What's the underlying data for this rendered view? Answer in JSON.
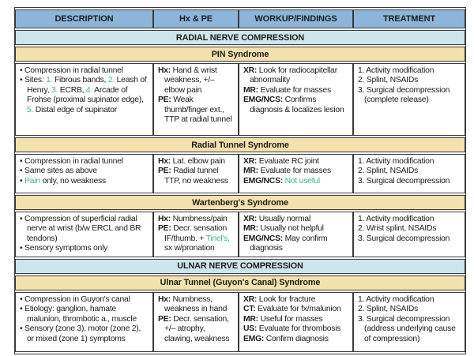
{
  "colors": {
    "header_bg": "#8db5da",
    "section_bg": "#cee5eb",
    "syndrome_bg": "#f3e1ae",
    "row_bg": "#ffffff",
    "border": "#3a3a3a",
    "green": "#3cb983",
    "text": "#1c1c1c"
  },
  "table": {
    "columns": [
      "DESCRIPTION",
      "Hx & PE",
      "WORKUP/FINDINGS",
      "TREATMENT"
    ],
    "rows": [
      {
        "type": "section",
        "label": "RADIAL NERVE COMPRESSION"
      },
      {
        "type": "syndrome",
        "label": "PIN Syndrome"
      },
      {
        "type": "data",
        "cls": "pin",
        "cells": [
          {
            "kind": "bullets",
            "items": [
              [
                {
                  "t": "Compression in radial tunnel"
                }
              ],
              [
                {
                  "t": "Sites: "
                },
                {
                  "t": "1.",
                  "s": "g"
                },
                {
                  "t": " Fibrous bands, "
                },
                {
                  "t": "2.",
                  "s": "g"
                },
                {
                  "t": " Leash of Henry, "
                },
                {
                  "t": "3.",
                  "s": "g"
                },
                {
                  "t": " ECRB, "
                },
                {
                  "t": "4.",
                  "s": "g"
                },
                {
                  "t": " Arcade of Frohse (proximal supinator edge), "
                },
                {
                  "t": "5.",
                  "s": "g"
                },
                {
                  "t": " Distal edge of supinator"
                }
              ]
            ]
          },
          {
            "kind": "lines",
            "items": [
              [
                {
                  "t": "Hx:",
                  "s": "b"
                },
                {
                  "t": " Hand & wrist weakness, +/– elbow pain"
                }
              ],
              [
                {
                  "t": "PE:",
                  "s": "b"
                },
                {
                  "t": " Weak thumb/finger ext., TTP at radial tunnel"
                }
              ]
            ]
          },
          {
            "kind": "lines",
            "items": [
              [
                {
                  "t": "XR:",
                  "s": "b"
                },
                {
                  "t": " Look for radiocapitellar abnormality"
                }
              ],
              [
                {
                  "t": "MR:",
                  "s": "b"
                },
                {
                  "t": " Evaluate for masses"
                }
              ],
              [
                {
                  "t": "EMG/NCS:",
                  "s": "b"
                },
                {
                  "t": " Confirms diagnosis & localizes lesion"
                }
              ]
            ]
          },
          {
            "kind": "lines",
            "items": [
              [
                {
                  "t": "1. Activity modification"
                }
              ],
              [
                {
                  "t": "2. Splint, NSAIDs"
                }
              ],
              [
                {
                  "t": "3. Surgical decompression (complete release)"
                }
              ]
            ]
          }
        ]
      },
      {
        "type": "syndrome",
        "label": "Radial Tunnel Syndrome"
      },
      {
        "type": "data",
        "cls": "rts",
        "cells": [
          {
            "kind": "bullets",
            "items": [
              [
                {
                  "t": "Compression in radial tunnel"
                }
              ],
              [
                {
                  "t": "Same sites as above"
                }
              ],
              [
                {
                  "t": "Pain",
                  "s": "g"
                },
                {
                  "t": " only, no weakness"
                }
              ]
            ]
          },
          {
            "kind": "lines",
            "items": [
              [
                {
                  "t": "Hx:",
                  "s": "b"
                },
                {
                  "t": " Lat. elbow pain"
                }
              ],
              [
                {
                  "t": "PE:",
                  "s": "b"
                },
                {
                  "t": " Radial tunnel TTP, no weakness"
                }
              ]
            ]
          },
          {
            "kind": "lines",
            "items": [
              [
                {
                  "t": "XR:",
                  "s": "b"
                },
                {
                  "t": " Evaluate RC joint"
                }
              ],
              [
                {
                  "t": "MR:",
                  "s": "b"
                },
                {
                  "t": " Evaluate for masses"
                }
              ],
              [
                {
                  "t": "EMG/NCS:",
                  "s": "b"
                },
                {
                  "t": " "
                },
                {
                  "t": "Not useful",
                  "s": "g"
                }
              ]
            ]
          },
          {
            "kind": "lines",
            "items": [
              [
                {
                  "t": "1. Activity modification"
                }
              ],
              [
                {
                  "t": "2. Splint, NSAIDs"
                }
              ],
              [
                {
                  "t": "3. Surgical decompression"
                }
              ]
            ]
          }
        ]
      },
      {
        "type": "syndrome",
        "label": "Wartenberg's Syndrome"
      },
      {
        "type": "data",
        "cls": "wart",
        "cells": [
          {
            "kind": "bullets",
            "items": [
              [
                {
                  "t": "Compression of superficial radial nerve at wrist (b/w ERCL and BR tendons)"
                }
              ],
              [
                {
                  "t": "Sensory symptoms only"
                }
              ]
            ]
          },
          {
            "kind": "lines",
            "items": [
              [
                {
                  "t": "Hx:",
                  "s": "b"
                },
                {
                  "t": " Numbness/pain"
                }
              ],
              [
                {
                  "t": "PE:",
                  "s": "b"
                },
                {
                  "t": " Decr. sensation IF/thumb. + "
                },
                {
                  "t": "Tinel's,",
                  "s": "g"
                },
                {
                  "t": " sx w/pronation"
                }
              ]
            ]
          },
          {
            "kind": "lines",
            "items": [
              [
                {
                  "t": "XR:",
                  "s": "b"
                },
                {
                  "t": " Usually normal"
                }
              ],
              [
                {
                  "t": "MR:",
                  "s": "b"
                },
                {
                  "t": " Usually not helpful"
                }
              ],
              [
                {
                  "t": "EMG/NCS:",
                  "s": "b"
                },
                {
                  "t": " May confirm diagnosis"
                }
              ]
            ]
          },
          {
            "kind": "lines",
            "items": [
              [
                {
                  "t": "1. Activity modification"
                }
              ],
              [
                {
                  "t": "2. Wrist splint, NSAIDs"
                }
              ],
              [
                {
                  "t": "3. Surgical decompression"
                }
              ]
            ]
          }
        ]
      },
      {
        "type": "section",
        "label": "ULNAR NERVE COMPRESSION"
      },
      {
        "type": "syndrome",
        "label": "Ulnar Tunnel (Guyon's Canal) Syndrome"
      },
      {
        "type": "data",
        "cls": "uln",
        "cells": [
          {
            "kind": "bullets",
            "items": [
              [
                {
                  "t": "Compression in Guyon's canal"
                }
              ],
              [
                {
                  "t": "Etiology: ganglion, hamate malunion, thrombotic a., muscle"
                }
              ],
              [
                {
                  "t": "Sensory (zone 3), motor (zone 2), or mixed (zone 1) symptoms"
                }
              ]
            ]
          },
          {
            "kind": "lines",
            "items": [
              [
                {
                  "t": "Hx:",
                  "s": "b"
                },
                {
                  "t": " Numbness, weakness in hand"
                }
              ],
              [
                {
                  "t": "PE:",
                  "s": "b"
                },
                {
                  "t": " Decr. sensation, +/– atrophy, clawing, weakness"
                }
              ]
            ]
          },
          {
            "kind": "lines",
            "items": [
              [
                {
                  "t": "XR:",
                  "s": "b"
                },
                {
                  "t": " Look for fracture"
                }
              ],
              [
                {
                  "t": "CT:",
                  "s": "b"
                },
                {
                  "t": " Evaluate for fx/malunion"
                }
              ],
              [
                {
                  "t": "MR:",
                  "s": "b"
                },
                {
                  "t": " Useful for masses"
                }
              ],
              [
                {
                  "t": "US:",
                  "s": "b"
                },
                {
                  "t": " Evaluate for thrombosis"
                }
              ],
              [
                {
                  "t": "EMG:",
                  "s": "b"
                },
                {
                  "t": " Confirm diagnosis"
                }
              ]
            ]
          },
          {
            "kind": "lines",
            "items": [
              [
                {
                  "t": "1. Activity modification"
                }
              ],
              [
                {
                  "t": "2. Splint, NSAIDs"
                }
              ],
              [
                {
                  "t": "3. Surgical decompression (address underlying cause of compression)"
                }
              ]
            ]
          }
        ]
      }
    ]
  }
}
